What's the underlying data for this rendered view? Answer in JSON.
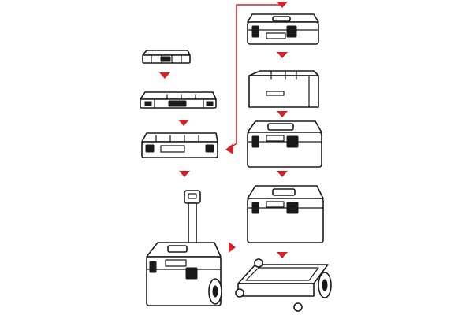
{
  "diagram": {
    "accent_color": "#d2232a",
    "line_color": "#1a1a1a",
    "background": "#ffffff",
    "left_column": [
      {
        "name": "small-organizer-case",
        "icon": "organizer-small-icon"
      },
      {
        "name": "organizer-tray",
        "icon": "organizer-tray-icon"
      },
      {
        "name": "organizer-case",
        "icon": "organizer-case-icon"
      },
      {
        "name": "mobile-toolbox-trolley",
        "icon": "trolley-toolbox-icon"
      }
    ],
    "right_column": [
      {
        "name": "flat-toolbox",
        "icon": "flat-toolbox-icon"
      },
      {
        "name": "tool-tray-insert",
        "icon": "tray-insert-icon"
      },
      {
        "name": "medium-toolbox",
        "icon": "medium-toolbox-icon"
      },
      {
        "name": "large-toolbox",
        "icon": "large-toolbox-icon"
      },
      {
        "name": "wheeled-dolly-platform",
        "icon": "dolly-icon"
      }
    ]
  }
}
